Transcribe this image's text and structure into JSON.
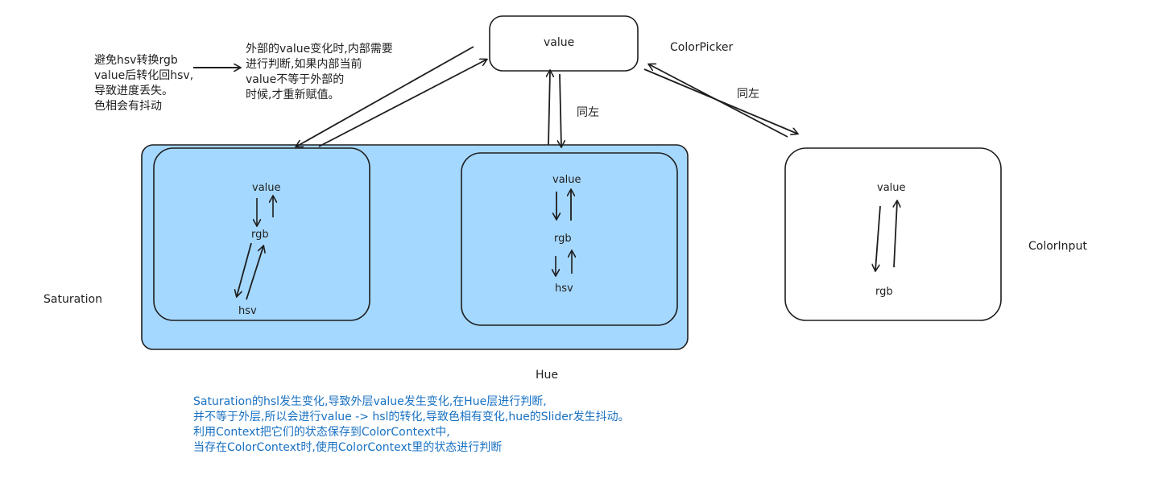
{
  "top_node": {
    "label": "value"
  },
  "colorpicker_label": "ColorPicker",
  "colorinput_label": "ColorInput",
  "saturation_label": "Saturation",
  "hue_label": "Hue",
  "same_left_1": "同左",
  "same_left_2": "同左",
  "left_note": [
    "避免hsv转换rgb",
    "value后转化回hsv,",
    "导致进度丢失。",
    "色相会有抖动"
  ],
  "mid_note": [
    "外部的value变化时,内部需要",
    "进行判断,如果内部当前",
    "value不等于外部的",
    "时候,才重新赋值。"
  ],
  "saturation_box": {
    "value": "value",
    "rgb": "rgb",
    "hsv": "hsv"
  },
  "hue_box": {
    "value": "value",
    "rgb": "rgb",
    "hsv": "hsv"
  },
  "colorinput_box": {
    "value": "value",
    "rgb": "rgb"
  },
  "bottom_note": [
    "Saturation的hsl发生变化,导致外层value发生变化,在Hue层进行判断,",
    "并不等于外层,所以会进行value -> hsl的转化,导致色相有变化,hue的Slider发生抖动。",
    "利用Context把它们的状态保存到ColorContext中,",
    "当存在ColorContext时,使用ColorContext里的状态进行判断"
  ],
  "colors": {
    "stroke": "#1e1e1e",
    "panel_fill": "#a5d8ff",
    "note_blue": "#1971c2"
  }
}
